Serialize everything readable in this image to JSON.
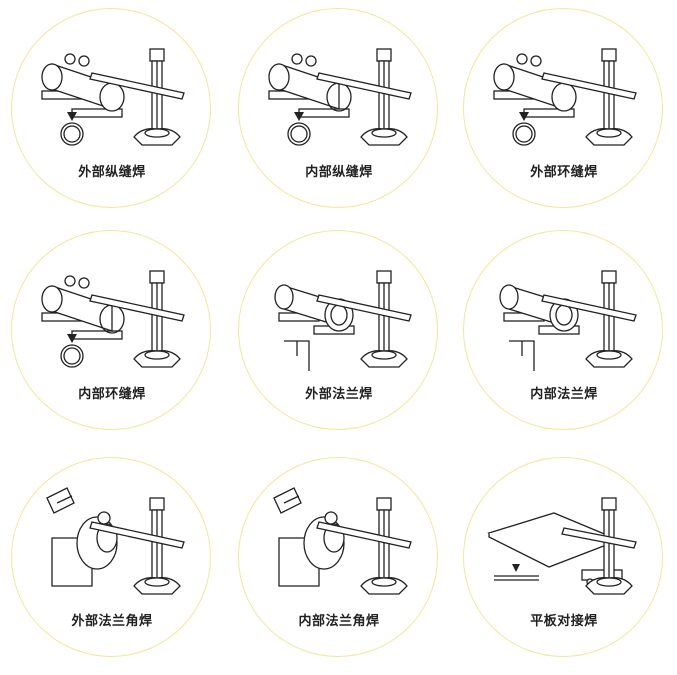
{
  "items": [
    {
      "label": "外部纵缝焊",
      "work": "pipe"
    },
    {
      "label": "内部纵缝焊",
      "work": "pipe-inner"
    },
    {
      "label": "外部环缝焊",
      "work": "pipe"
    },
    {
      "label": "内部环缝焊",
      "work": "pipe-inner"
    },
    {
      "label": "外部法兰焊",
      "work": "flange"
    },
    {
      "label": "内部法兰焊",
      "work": "flange"
    },
    {
      "label": "外部法兰角焊",
      "work": "positioner"
    },
    {
      "label": "内部法兰角焊",
      "work": "positioner"
    },
    {
      "label": "平板对接焊",
      "work": "plate"
    }
  ],
  "colors": {
    "circle_border": "#f1e79a",
    "line": "#222222"
  }
}
